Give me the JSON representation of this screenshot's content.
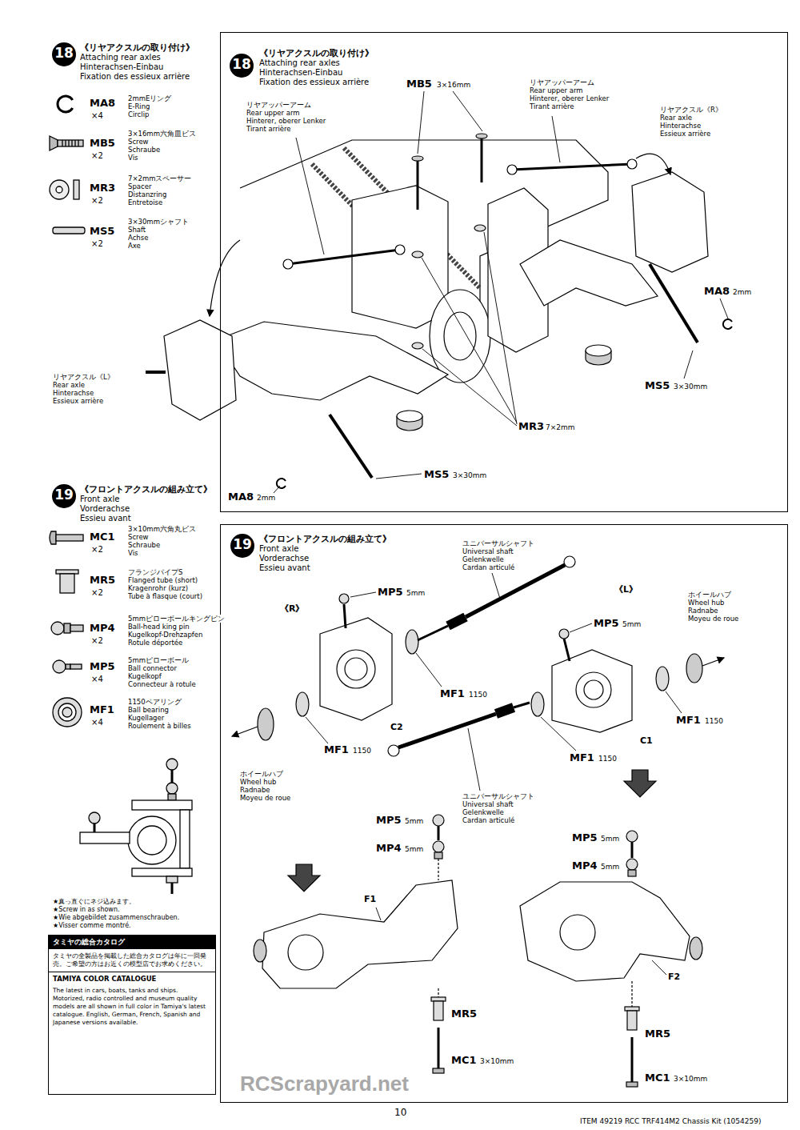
{
  "diagram": {
    "nodes": [
      {
        "text": [
          "《リヤアクスルの取り付け》",
          "Attaching rear axles",
          "Hinterachsen-Einbau",
          "Fixation des essieux arrière"
        ]
      },
      {
        "text": [
          "《フロントアクスルの組み立て》",
          "Front axle",
          "Vorderachse",
          "Essieu avant"
        ]
      },
      {
        "text": [
          "タミヤの総合カタログ",
          "タミヤの全製品を掲載した総合カタログは年に一回発売。ご希望の方はお近くの模型店でお求めください。",
          "TAMIYA COLOR CATALOGUE",
          "The latest in cars, boats, tanks and ships. Motorized, radio controlled and museum quality models are all shown in full color in Tamiya's latest catalogue. English, German, French, Spanish and Japanese versions available."
        ]
      }
    ],
    "labels": [
      "18",
      "《リヤアクスルの取り付け》",
      "Attaching rear axles",
      "Hinterachsen-Einbau",
      "Fixation des essieux arrière",
      "MA8",
      "×4",
      "2mmEリング",
      "E-Ring",
      "Circlip",
      "MB5",
      "×2",
      "3×16mm六角皿ビス",
      "Screw",
      "Schraube",
      "Vis",
      "MR3",
      "×2",
      "7×2mmスペーサー",
      "Spacer",
      "Distanzring",
      "Entretoise",
      "MS5",
      "×2",
      "3×30mmシャフト",
      "Shaft",
      "Achse",
      "Axe",
      "19",
      "《フロントアクスルの組み立て》",
      "Front axle",
      "Vorderachse",
      "Essieu avant",
      "MC1",
      "×2",
      "3×10mm六角丸ビス",
      "Screw",
      "Schraube",
      "Vis",
      "MR5",
      "×2",
      "フランジパイプS",
      "Flanged tube (short)",
      "Kragenrohr (kurz)",
      "Tube à flasque (court)",
      "MP4",
      "×2",
      "5mmピローボールキングピン",
      "Ball-head king pin",
      "Kugelkopf-Drehzapfen",
      "Rotule déportée",
      "MP5",
      "×4",
      "5mmピローボール",
      "Ball connector",
      "Kugelkopf",
      "Connecteur à rotule",
      "MF1",
      "×4",
      "1150ベアリング",
      "Ball bearing",
      "Kugellager",
      "Roulement à billes",
      "★真っ直ぐにネジ込みます。",
      "★Screw in as shown.",
      "★Wie abgebildet zusammenschrauben.",
      "★Visser comme montré.",
      "18",
      "リヤアッパーアーム",
      "Rear upper arm",
      "Hinterer, oberer Lenker",
      "Tirant arrière",
      "MB5",
      "3×16mm",
      "リヤアッパーアーム",
      "Rear upper arm",
      "Hinterer, oberer Lenker",
      "Tirant arrière",
      "リヤアクスル《R》",
      "Rear axle",
      "Hinterachse",
      "Essieux arrière",
      "MA8",
      "2mm",
      "MS5",
      "3×30mm",
      "リヤアクスル《L》",
      "Rear axle",
      "Hinterachse",
      "Essieux arrière",
      "MR3",
      "7×2mm",
      "MA8",
      "2mm",
      "MS5",
      "3×30mm",
      "19",
      "ユニバーサルシャフト",
      "Universal shaft",
      "Gelenkwelle",
      "Cardan articulé",
      "MP5",
      "5mm",
      "《R》",
      "《L》",
      "MP5",
      "5mm",
      "ホイールハブ",
      "Wheel hub",
      "Radnabe",
      "Moyeu de roue",
      "MF1",
      "1150",
      "C2",
      "MF1",
      "1150",
      "ホイールハブ",
      "Wheel hub",
      "Radnabe",
      "Moyeu de roue",
      "MF1",
      "1150",
      "C1",
      "MF1",
      "1150",
      "ユニバーサルシャフト",
      "Universal shaft",
      "Gelenkwelle",
      "Cardan articulé",
      "MP5",
      "5mm",
      "MP4",
      "5mm",
      "F1",
      "MR5",
      "MC1",
      "3×10mm",
      "MP5",
      "5mm",
      "MP4",
      "5mm",
      "F2",
      "MR5",
      "MC1",
      "3×10mm",
      "10",
      "ITEM 49219 RCC TRF414M2 Chassis Kit (1054259)",
      "RCScrapyard.net"
    ]
  }
}
